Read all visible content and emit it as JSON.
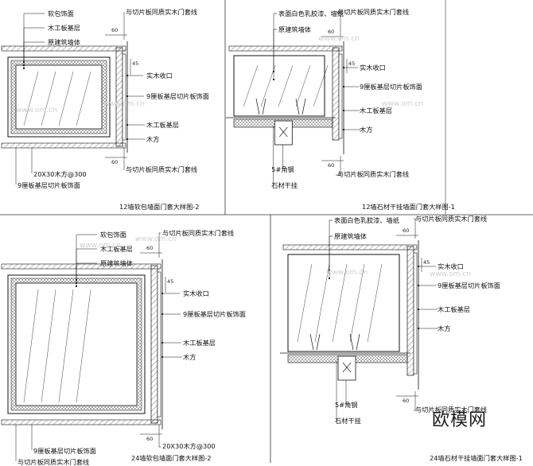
{
  "panels": [
    {
      "id": "p1",
      "title": "12墙软包墙面门套大样图-2",
      "labels": [
        "软包饰面",
        "木工板基层",
        "原建筑墙体",
        "与切片板同质实木门套线",
        "实木收口",
        "9厘板基层切片板饰面",
        "木工板基层",
        "木方",
        "与切片板同质实木门套线",
        "20X30木方@300",
        "9厘板基层切片板饰面"
      ],
      "dims": [
        "60",
        "45",
        "60"
      ]
    },
    {
      "id": "p2",
      "title": "12墙石材干挂墙面门套大样图-1",
      "labels": [
        "表面白色乳胶漆、墙纸",
        "原建筑墙体",
        "与切片板同质实木门套线",
        "实木收口",
        "9厘板基层切片板饰面",
        "木工板基层",
        "木方",
        "5#角钢",
        "石材干挂",
        "与切片板同质实木门套线"
      ],
      "dims": [
        "60",
        "45",
        "60"
      ]
    },
    {
      "id": "p3",
      "title": "24墙软包墙面门套大样图-2",
      "labels": [
        "软包饰面",
        "木工板基层",
        "原建筑墙体",
        "与切片板同质实木门套线",
        "实木收口",
        "9厘板基层切片板饰面",
        "木工板基层",
        "木方",
        "20X30木方@300",
        "9厘板基层切片板饰面",
        "与切片板同质实木门套线"
      ],
      "dims": [
        "60",
        "45",
        "60"
      ]
    },
    {
      "id": "p4",
      "title": "24墙石材干挂墙面门套大样图-1",
      "labels": [
        "表面白色乳胶漆、墙纸",
        "原建筑墙体",
        "与切片板同质实木门套线",
        "实木收口",
        "9厘板基层切片板饰面",
        "木工板基层",
        "木方",
        "5#角钢",
        "石材干挂",
        "与切片板同质实木门套线"
      ],
      "dims": [
        "60",
        "45",
        "60"
      ]
    }
  ],
  "brand": "欧模网",
  "watermark": "www.om.cn"
}
